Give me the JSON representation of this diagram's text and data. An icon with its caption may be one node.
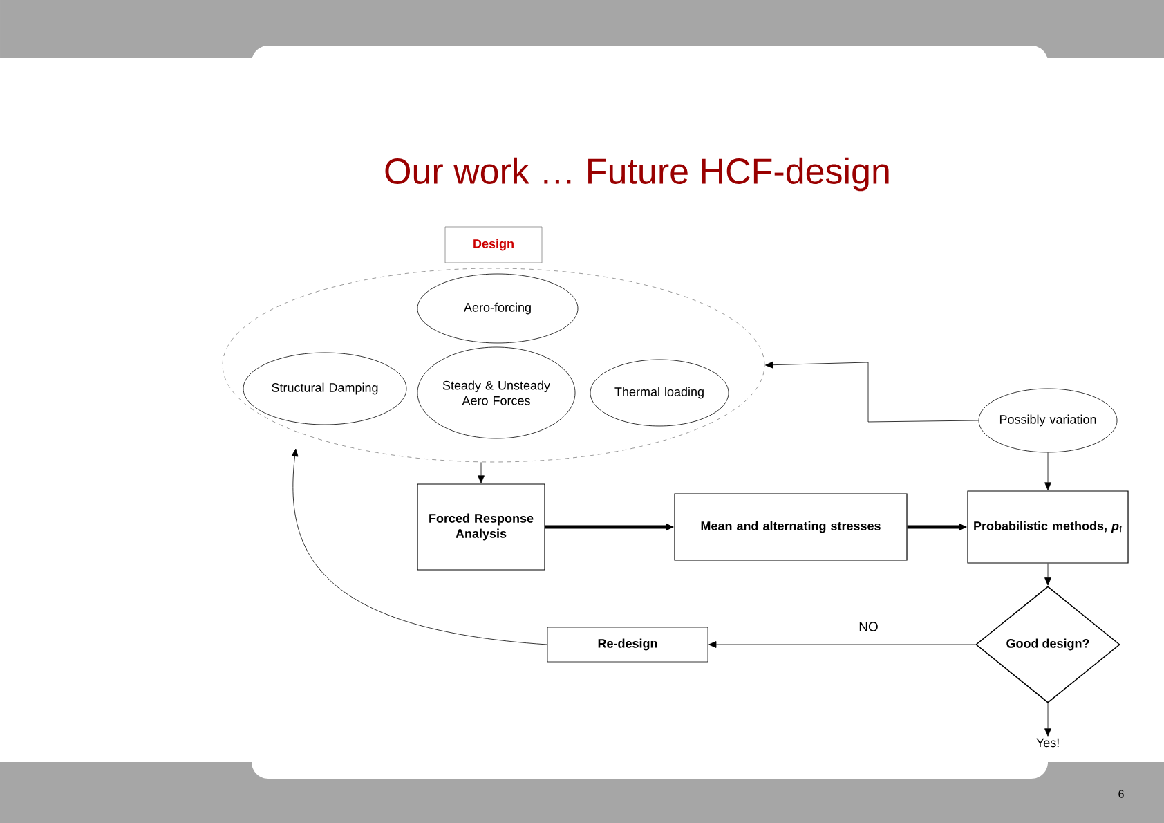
{
  "diagram": {
    "title": "Our work … Future HCF-design",
    "nodes": [
      {
        "text": [
          "Design"
        ]
      },
      {
        "text": [
          "Aero-forcing"
        ],
        "in": 0
      },
      {
        "text": [
          "Structural Damping"
        ],
        "in": 0
      },
      {
        "text": [
          "Steady & Unsteady Aero Forces"
        ],
        "in": 0
      },
      {
        "text": [
          "Thermal loading"
        ],
        "in": 0
      },
      {
        "text": [
          "Forced Response Analysis"
        ]
      },
      {
        "text": [
          "Mean and alternating stresses"
        ]
      },
      {
        "text": [
          "Probabilistic methods, *p*$_{f}$"
        ]
      },
      {
        "text": [
          "Possibly variation"
        ]
      },
      {
        "text": [
          "Good design?"
        ]
      },
      {
        "text": [
          "Re-design"
        ]
      },
      {
        "text": [
          "Yes!"
        ]
      }
    ],
    "edges": [
      {
        "from": 0,
        "to": 5,
        "arrow": "to"
      },
      {
        "from": 5,
        "to": 6,
        "arrow": "to",
        "style": "thick"
      },
      {
        "from": 6,
        "to": 7,
        "arrow": "to",
        "style": "thick"
      },
      {
        "from": 8,
        "to": 0,
        "arrow": "to"
      },
      {
        "from": 8,
        "to": 7,
        "arrow": "to"
      },
      {
        "from": 7,
        "to": 9,
        "arrow": "to"
      },
      {
        "from": 9,
        "to": 10,
        "arrow": "to",
        "label": "NO"
      },
      {
        "from": 10,
        "to": 0,
        "arrow": "to"
      },
      {
        "from": 9,
        "to": 11,
        "arrow": "to"
      }
    ],
    "labels": [
      "6"
    ]
  }
}
